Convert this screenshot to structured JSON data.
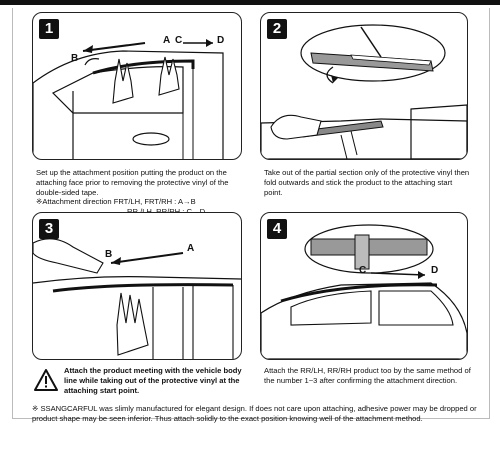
{
  "panels": [
    {
      "number": "1",
      "caption": "Set up the attachment position putting the product on the attaching face prior to removing the protective vinyl of the double-sided tape.",
      "note_line1": "※Attachment direction  FRT/LH, FRT/RH : A→B",
      "note_line2": "RR /LH, RR/RH    : C→D",
      "labels": [
        "A",
        "C",
        "D",
        "B"
      ]
    },
    {
      "number": "2",
      "caption": "Take out of the partial section only of the protective vinyl then fold outwards and stick the product to the attaching start point."
    },
    {
      "number": "3",
      "caption_line1": "Attach the product meeting with the vehicle body",
      "caption_line2": "line while taking out of the protective vinyl at the",
      "caption_line3": "attaching start point.",
      "labels": [
        "B",
        "A"
      ]
    },
    {
      "number": "4",
      "caption": "Attach the RR/LH, RR/RH product too by the same method of the number 1~3 after confirming the attachment direction.",
      "labels": [
        "C",
        "D"
      ]
    }
  ],
  "footer": "※ SSANGCARFUL was slimly manufactured for elegant design. If does not care upon attaching, adhesive power may be dropped or product shape may be seen inferior. Thus attach solidly to the exact position knowing well of the attachment method.",
  "icons": [
    "warning-icon"
  ]
}
